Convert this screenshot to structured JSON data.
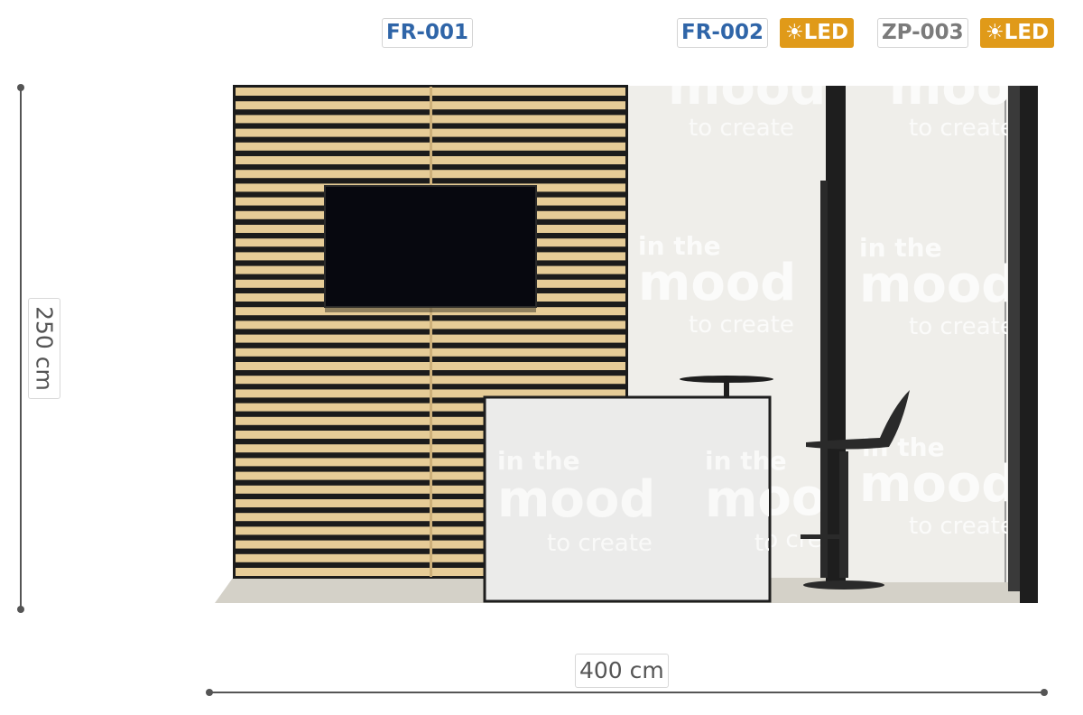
{
  "tags": [
    {
      "code": "FR-001",
      "color": "#2f65a8"
    },
    {
      "code": "FR-002",
      "color": "#2f65a8",
      "badge": "☀LED"
    },
    {
      "code": "ZP-003",
      "color": "#7b7b7b",
      "badge": "☀LED"
    }
  ],
  "dimensions": {
    "height": "250 cm",
    "width": "400 cm"
  },
  "graphics": {
    "line1": "in the",
    "line2": "mood",
    "line3": "to create"
  },
  "colors": {
    "led_badge": "#e09a19",
    "slat_wood": "#e6cc97",
    "slat_dark": "#1b1b1b",
    "wall": "#efeeea",
    "floor": "#d4d1c8"
  }
}
